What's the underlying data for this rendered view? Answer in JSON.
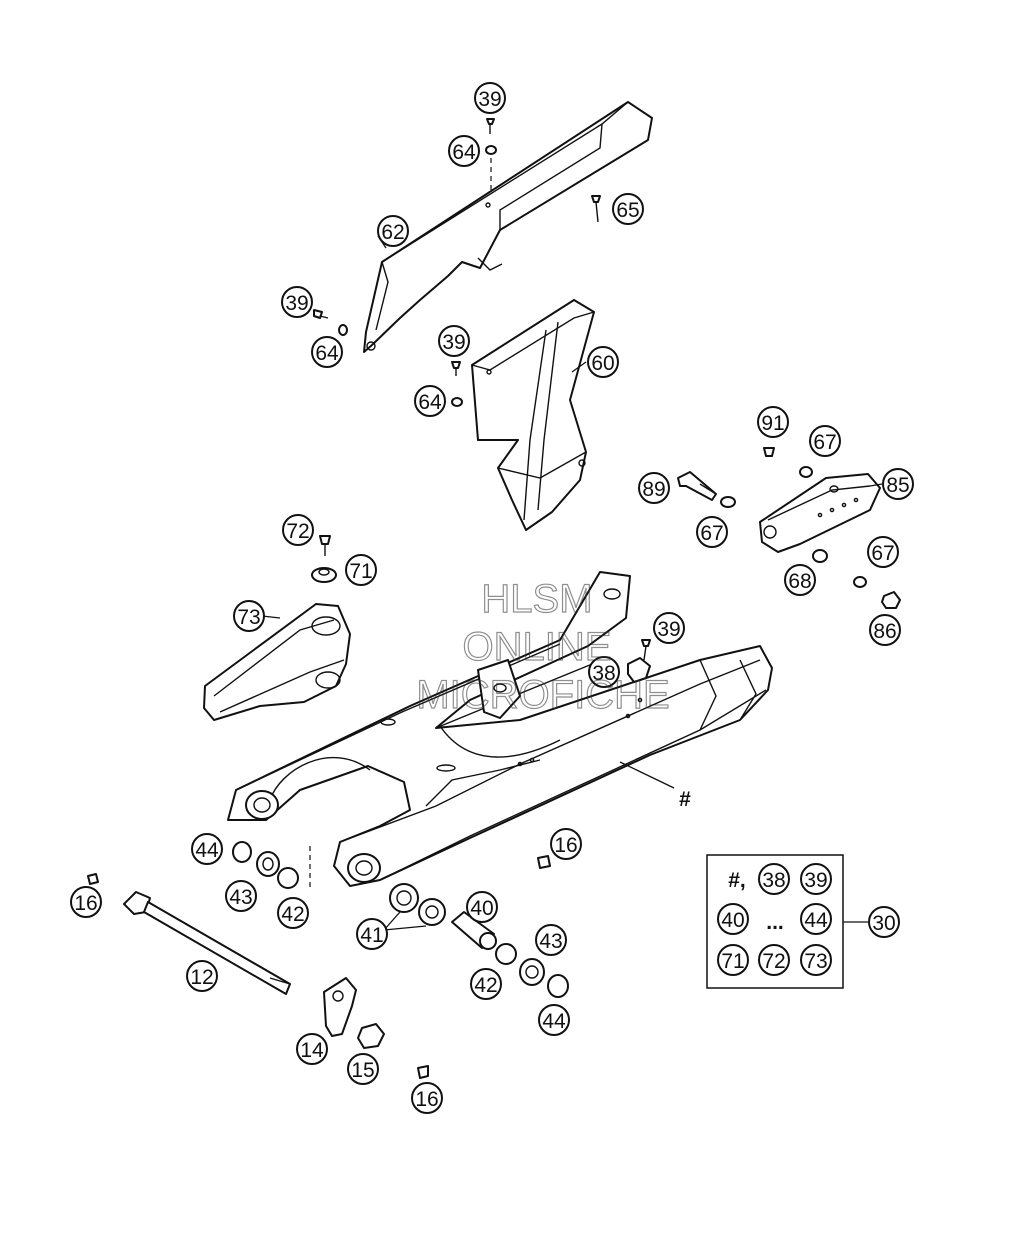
{
  "callouts": {
    "c39a": "39",
    "c64a": "64",
    "c65": "65",
    "c62": "62",
    "c39b": "39",
    "c64b": "64",
    "c39c": "39",
    "c60": "60",
    "c64c": "64",
    "c91": "91",
    "c67a": "67",
    "c89": "89",
    "c85": "85",
    "c67b": "67",
    "c67c": "67",
    "c68": "68",
    "c86": "86",
    "c72": "72",
    "c71": "71",
    "c73": "73",
    "c39d": "39",
    "c38": "38",
    "c44a": "44",
    "c43a": "43",
    "c42a": "42",
    "c16a": "16",
    "c16b": "16",
    "c41": "41",
    "c40": "40",
    "c43b": "43",
    "c42b": "42",
    "c44b": "44",
    "c12": "12",
    "c14": "14",
    "c15": "15",
    "c16c": "16",
    "c30": "30"
  },
  "swingarm_marker": "#",
  "kit_box": {
    "hash_label": "#,",
    "ellipsis": "...",
    "items_row1": [
      "38",
      "39"
    ],
    "items_row2": [
      "40",
      "44"
    ],
    "items_row3": [
      "71",
      "72",
      "73"
    ]
  },
  "watermark": {
    "line1": "HLSM",
    "line2": "ONLINE",
    "line3": "MICROFICHE"
  }
}
